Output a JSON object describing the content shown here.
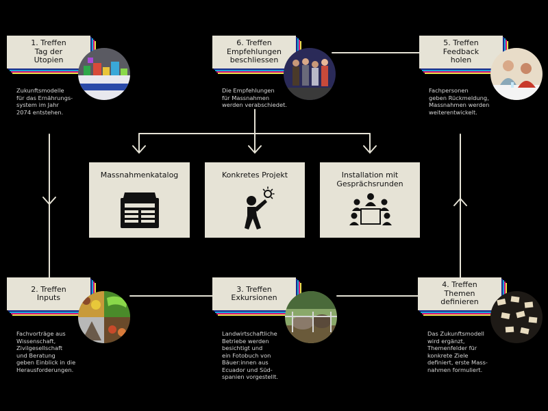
{
  "meetings": [
    {
      "id": "1",
      "title": [
        "1. Treffen",
        "Tag der",
        "Utopien"
      ],
      "desc": [
        "Zukunftsmodelle",
        "für das Ernährungs-",
        "system im Jahr",
        "2074 entstehen."
      ],
      "photo": "model-building-photo"
    },
    {
      "id": "6",
      "title": [
        "6. Treffen",
        "Empfehlungen",
        "beschliessen"
      ],
      "desc": [
        "Die Empfehlungen",
        "für Massnahmen",
        "werden verabschiedet."
      ],
      "photo": "group-photo"
    },
    {
      "id": "5",
      "title": [
        "5. Treffen",
        "Feedback",
        "holen"
      ],
      "desc": [
        "Fachpersonen",
        "geben Rückmeldung,",
        "Massnahmen werden",
        "weiterentwickelt."
      ],
      "photo": "discussion-photo"
    },
    {
      "id": "2",
      "title": [
        "2. Treffen",
        "Inputs"
      ],
      "desc": [
        "Fachvorträge aus",
        "Wissenschaft,",
        "Zivilgesellschaft",
        "und Beratung",
        "geben Einblick in die",
        "Herausforderungen."
      ],
      "photo": "produce-collage-photo"
    },
    {
      "id": "3",
      "title": [
        "3. Treffen",
        "Exkursionen"
      ],
      "desc": [
        "Landwirtschaftliche",
        "Betriebe werden",
        "besichtigt und",
        "ein Fotobuch von",
        "Bäuer:innen aus",
        "Ecuador und Süd-",
        "spanien vorgestellt."
      ],
      "photo": "cows-photo"
    },
    {
      "id": "4",
      "title": [
        "4. Treffen",
        "Themen",
        "definieren"
      ],
      "desc": [
        "Das Zukunftsmodell",
        "wird ergänzt,",
        "Themenfelder für",
        "konkrete Ziele",
        "definiert, erste Mass-",
        "nahmen formuliert."
      ],
      "photo": "cards-photo"
    }
  ],
  "outputs": [
    {
      "title": [
        "Massnahmenkatalog"
      ],
      "icon": "newspaper-icon"
    },
    {
      "title": [
        "Konkretes Projekt"
      ],
      "icon": "person-idea-icon"
    },
    {
      "title": [
        "Installation mit",
        "Gesprächsrunden"
      ],
      "icon": "round-table-icon"
    }
  ],
  "colors": {
    "background": "#000000",
    "card": "#e6e3d6",
    "line": "#e6e3d6",
    "stripe_yellow": "#e8e04a",
    "stripe_magenta": "#d8147c",
    "stripe_cyan": "#18a6d8",
    "stripe_navy": "#1a2a8a"
  }
}
